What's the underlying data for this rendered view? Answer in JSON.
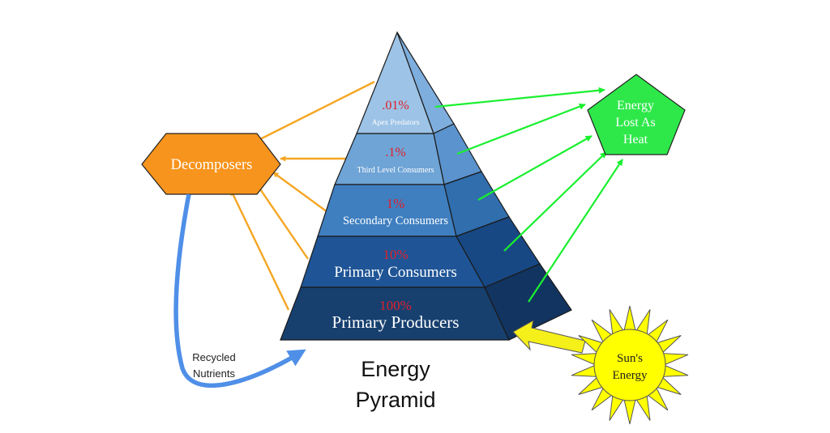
{
  "title": {
    "line1": "Energy",
    "line2": "Pyramid"
  },
  "levels": [
    {
      "percent": ".01%",
      "label": "Apex Predators",
      "fill": "#9dc3e6"
    },
    {
      "percent": ".1%",
      "label": "Third Level Consumers",
      "fill": "#6fa4d6"
    },
    {
      "percent": "1%",
      "label": "Secondary Consumers",
      "fill": "#3f7fc0"
    },
    {
      "percent": "10%",
      "label": "Primary Consumers",
      "fill": "#1f5596"
    },
    {
      "percent": "100%",
      "label": "Primary Producers",
      "fill": "#17406f"
    }
  ],
  "decomposers": {
    "label": "Decomposers",
    "fill": "#f7941d"
  },
  "heat": {
    "line1": "Energy",
    "line2": "Lost As",
    "line3": "Heat",
    "fill": "#2ee84a"
  },
  "sun": {
    "line1": "Sun's",
    "line2": "Energy",
    "fill": "#ffff00"
  },
  "recycle": {
    "line1": "Recycled",
    "line2": "Nutrients"
  },
  "colors": {
    "percent_text": "#e0202a",
    "orange_arrow": "#f5a623",
    "green_arrow": "#19f02f",
    "blue_arrow": "#4f8fe8",
    "sun_arrow": "#f5ef1a"
  }
}
